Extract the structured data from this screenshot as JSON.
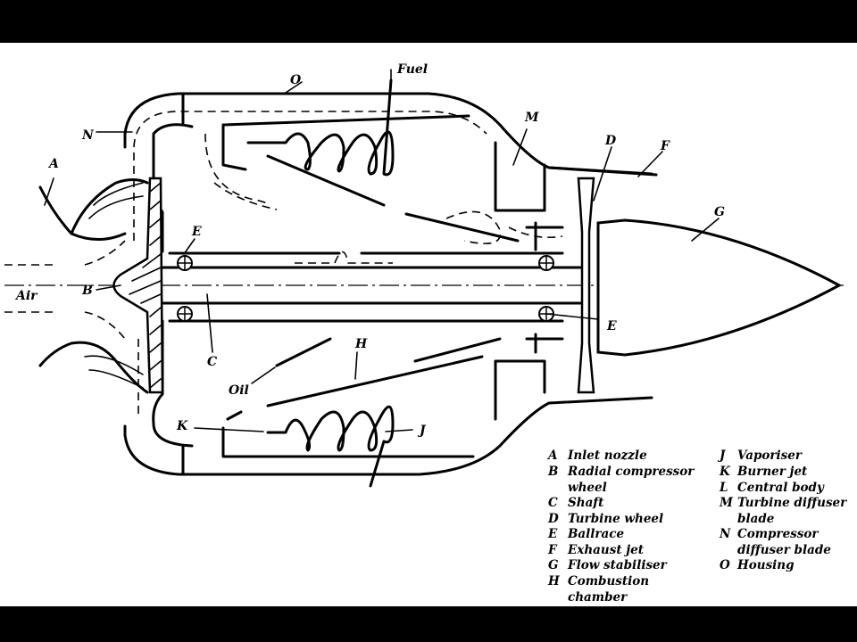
{
  "labels": {
    "A": "A",
    "B": "B",
    "C": "C",
    "D": "D",
    "E": "E",
    "E2": "E",
    "F": "F",
    "G": "G",
    "H": "H",
    "J": "J",
    "K": "K",
    "N": "N",
    "O": "O",
    "fuel": "Fuel",
    "air": "Air",
    "oil": "Oil"
  },
  "legend": {
    "col1": [
      {
        "key": "A",
        "text": [
          "Inlet nozzle"
        ]
      },
      {
        "key": "B",
        "text": [
          "Radial compressor",
          "wheel"
        ]
      },
      {
        "key": "C",
        "text": [
          "Shaft"
        ]
      },
      {
        "key": "D",
        "text": [
          "Turbine wheel"
        ]
      },
      {
        "key": "E",
        "text": [
          "Ballrace"
        ]
      },
      {
        "key": "F",
        "text": [
          "Exhaust jet"
        ]
      },
      {
        "key": "G",
        "text": [
          "Flow stabiliser"
        ]
      },
      {
        "key": "H",
        "text": [
          "Combustion",
          "chamber"
        ]
      }
    ],
    "col2": [
      {
        "key": "J",
        "text": [
          "Vaporiser"
        ]
      },
      {
        "key": "K",
        "text": [
          "Burner jet"
        ]
      },
      {
        "key": "L",
        "text": [
          "Central body"
        ]
      },
      {
        "key": "M",
        "text": [
          "Turbine diffuser",
          "blade"
        ]
      },
      {
        "key": "N",
        "text": [
          "Compressor",
          "diffuser blade"
        ]
      },
      {
        "key": "O",
        "text": [
          "Housing"
        ]
      }
    ]
  },
  "extra_label_M": "M"
}
